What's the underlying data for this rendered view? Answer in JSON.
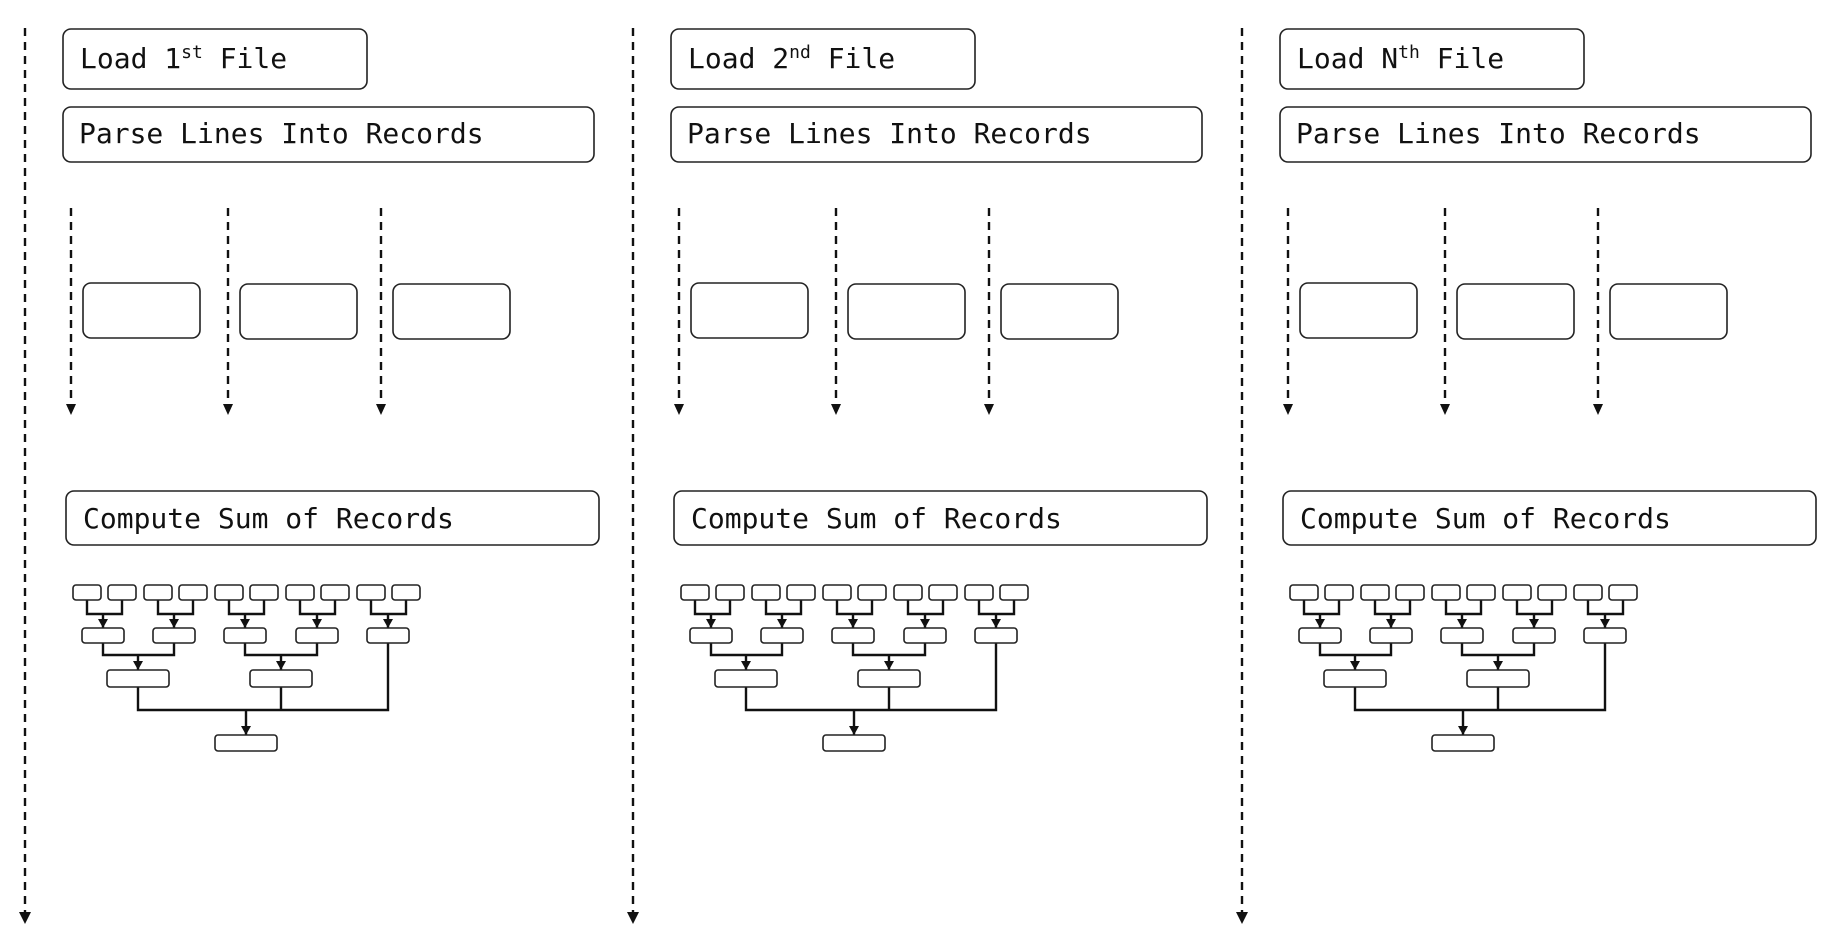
{
  "columns": [
    {
      "load_label": "Load 1",
      "load_superscript": "st",
      "load_suffix": " File",
      "parse_label": "Parse Lines Into Records",
      "compute_label": "Compute Sum of Records"
    },
    {
      "load_label": "Load 2",
      "load_superscript": "nd",
      "load_suffix": " File",
      "parse_label": "Parse Lines Into Records",
      "compute_label": "Compute Sum of Records"
    },
    {
      "load_label": "Load N",
      "load_superscript": "th",
      "load_suffix": " File",
      "parse_label": "Parse Lines Into Records",
      "compute_label": "Compute Sum of Records"
    }
  ],
  "colors": {
    "stroke": "#111111",
    "background": "#ffffff"
  },
  "icons": [
    "dashed-timeline-arrow",
    "reduction-tree"
  ]
}
